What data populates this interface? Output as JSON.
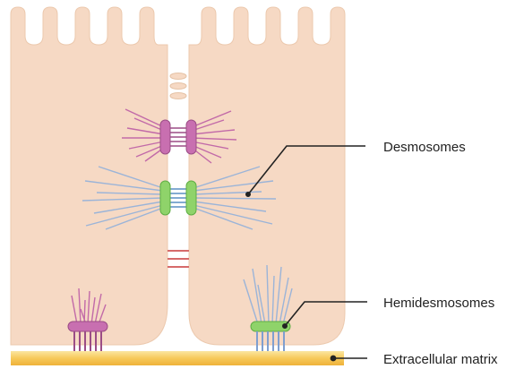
{
  "labels": {
    "desmosomes": "Desmosomes",
    "hemidesmosomes": "Hemidesmosomes",
    "extracellular_matrix": "Extracellular matrix"
  },
  "colors": {
    "cell_fill": "#f6d9c4",
    "cell_stroke": "#ecc9ae",
    "desmosome_magenta": "#c86fb0",
    "desmosome_green": "#8fd36a",
    "filament_magenta": "#c26aa8",
    "filament_blue": "#9bb4d8",
    "tight_junction": "#f0d6b8",
    "gap_line": "#d66a6a",
    "ecm_band": "#f7c95a",
    "leader_line": "#222222"
  }
}
